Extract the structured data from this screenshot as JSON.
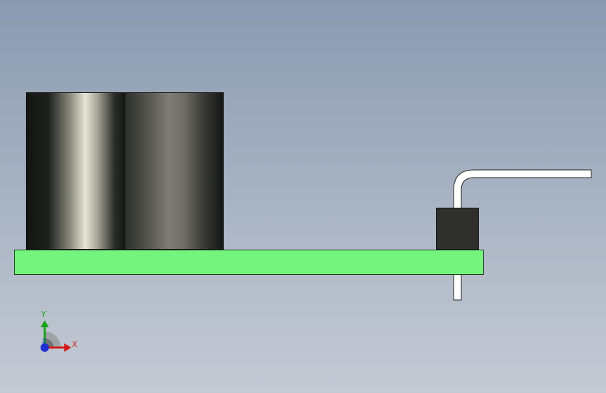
{
  "viewport": {
    "background_top": "#8a9ab0",
    "background_bottom": "#c4cad4"
  },
  "model": {
    "capacitor_colors": [
      "#121411",
      "#e6e6d8"
    ],
    "pcb_color": "#74f47c",
    "header_color": "#2f302c",
    "pin_color": "#ffffff"
  },
  "triad": {
    "x_label": "X",
    "y_label": "Y",
    "z_label": "Z",
    "x_color": "#d11b1b",
    "y_color": "#17a317",
    "z_color": "#1f2fd0",
    "icon": "coordinate-triad-icon"
  }
}
